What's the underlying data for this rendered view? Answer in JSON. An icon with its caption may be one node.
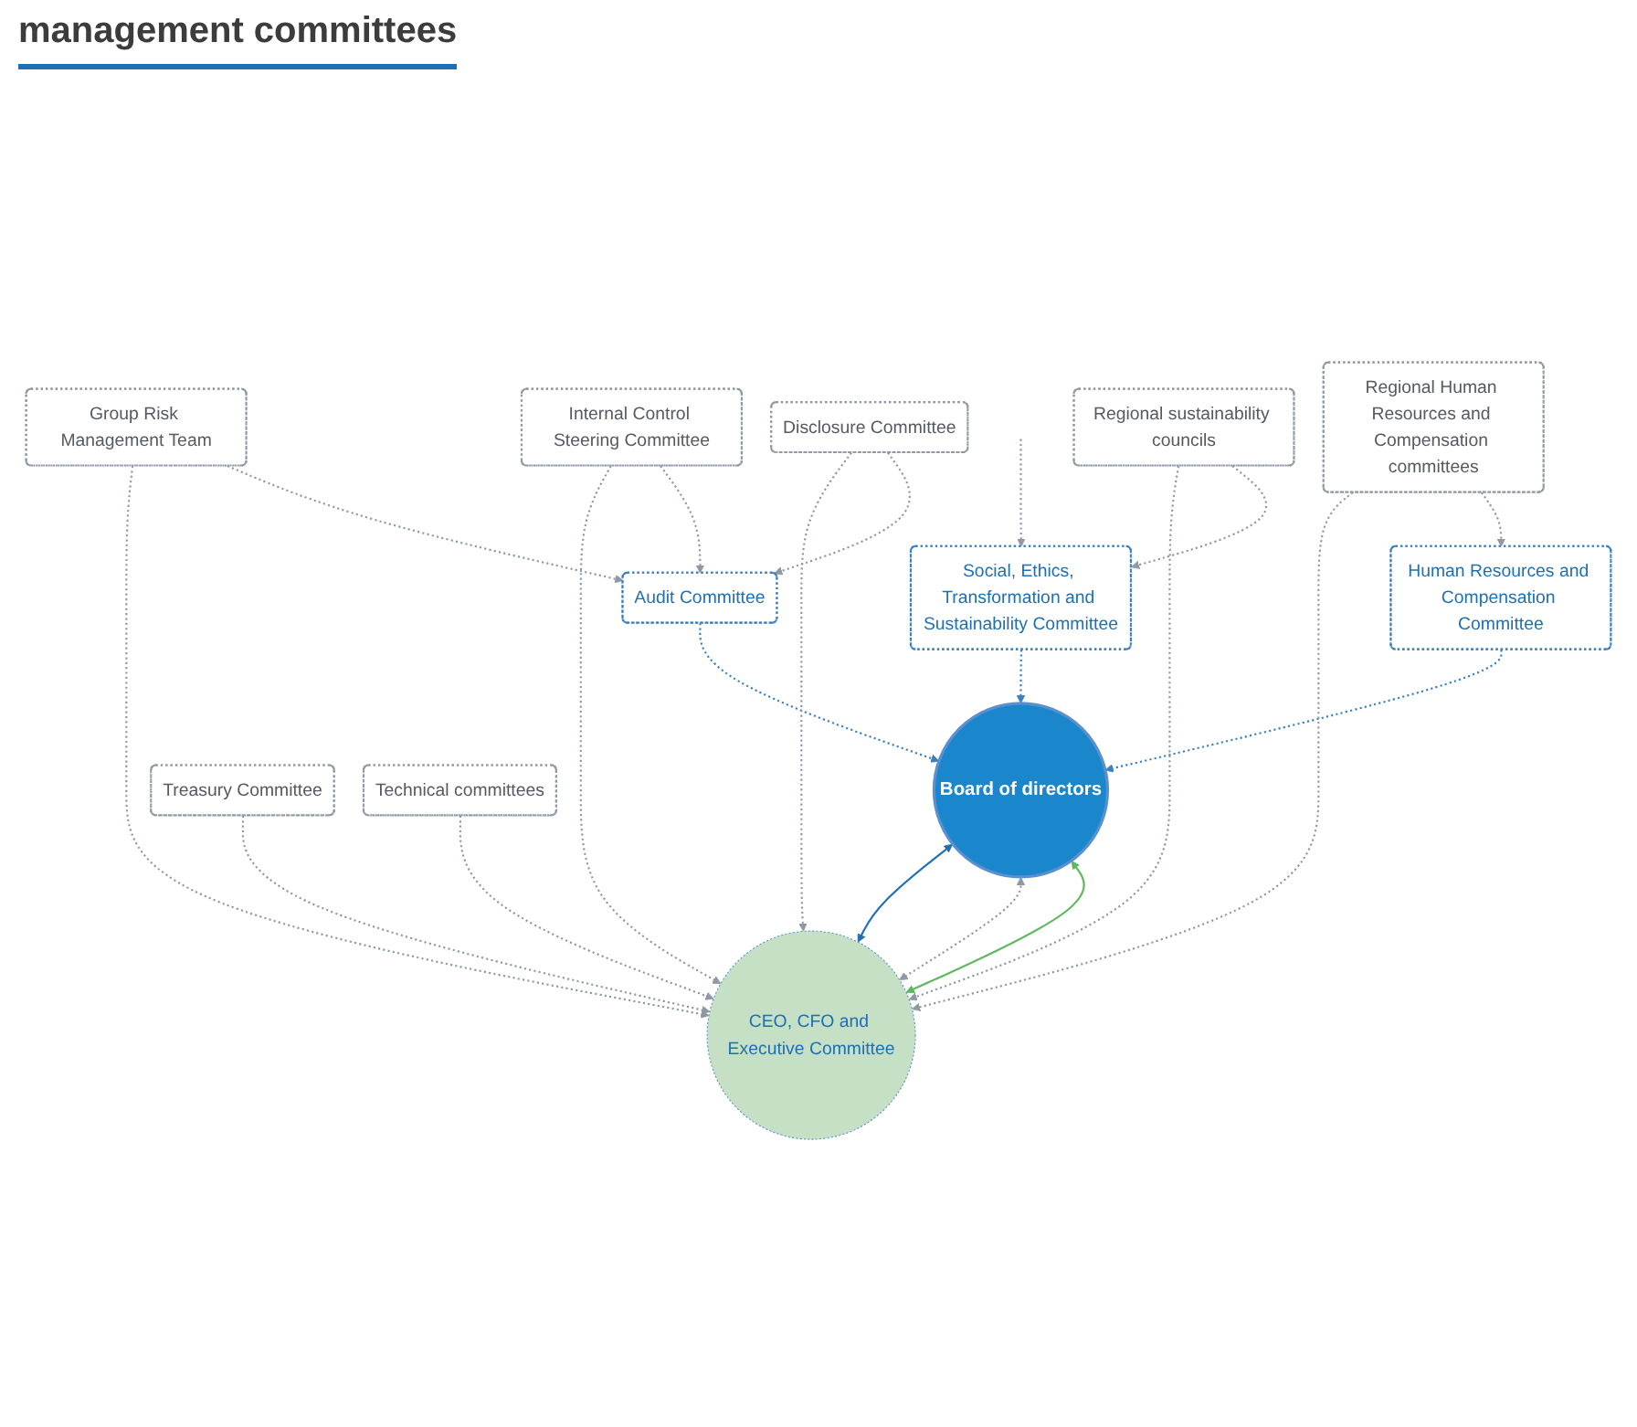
{
  "diagram": {
    "title": "management committees",
    "nodes": [
      {
        "text": [
          "Board of directors"
        ]
      },
      {
        "text": [
          "Audit Committee"
        ]
      },
      {
        "text": [
          "Human Resources and Compensation Committee"
        ]
      },
      {
        "text": [
          "Social, Ethics, Transformation and Sustainability Committee"
        ]
      },
      {
        "text": [
          "CEO, CFO and Executive Committee"
        ]
      },
      {
        "text": [
          "Group Risk Management Team"
        ]
      },
      {
        "text": [
          "Internal Control Steering Committee"
        ]
      },
      {
        "text": [
          "Regional sustainability councils"
        ]
      },
      {
        "text": [
          "Disclosure Committee"
        ]
      },
      {
        "text": [
          "Treasury Committee"
        ]
      },
      {
        "text": [
          "Technical committees"
        ]
      },
      {
        "text": [
          "Regional Human Resources and Compensation committees"
        ]
      }
    ],
    "edges": [
      {
        "from": 1,
        "to": 0,
        "arrow": "to",
        "style": "dashed",
        "color": "#3a7fc1"
      },
      {
        "from": 2,
        "to": 0,
        "arrow": "to",
        "style": "dashed",
        "color": "#3a7fc1"
      },
      {
        "from": 3,
        "to": 0,
        "arrow": "to",
        "style": "dashed",
        "color": "#3a7fc1"
      },
      {
        "from": 0,
        "to": 4,
        "arrow": "both",
        "color": "#1f6fb5"
      },
      {
        "from": 0,
        "to": 4,
        "arrow": "both",
        "style": "dashed"
      },
      {
        "from": 0,
        "to": 4,
        "arrow": "both",
        "color": "#5cb85c"
      },
      {
        "from": 5,
        "to": 4,
        "arrow": "to",
        "style": "dashed"
      },
      {
        "from": 6,
        "to": 4,
        "arrow": "to",
        "style": "dashed"
      },
      {
        "from": 8,
        "to": 4,
        "arrow": "to",
        "style": "dashed"
      },
      {
        "from": 9,
        "to": 4,
        "arrow": "to",
        "style": "dashed"
      },
      {
        "from": 10,
        "to": 4,
        "arrow": "to",
        "style": "dashed"
      },
      {
        "from": 7,
        "to": 4,
        "arrow": "to",
        "style": "dashed"
      },
      {
        "from": 11,
        "to": 4,
        "arrow": "to",
        "style": "dashed"
      },
      {
        "from": 5,
        "to": 1,
        "arrow": "to",
        "style": "dashed"
      },
      {
        "from": 6,
        "to": 1,
        "arrow": "to",
        "style": "dashed"
      },
      {
        "from": 8,
        "to": 1,
        "arrow": "to",
        "style": "dashed"
      },
      {
        "from": 7,
        "to": 3,
        "arrow": "to",
        "style": "dashed"
      },
      {
        "from": 11,
        "to": 2,
        "arrow": "to",
        "style": "dashed"
      },
      {
        "from": null,
        "to": 3,
        "arrow": "to",
        "style": "dashed"
      }
    ]
  }
}
